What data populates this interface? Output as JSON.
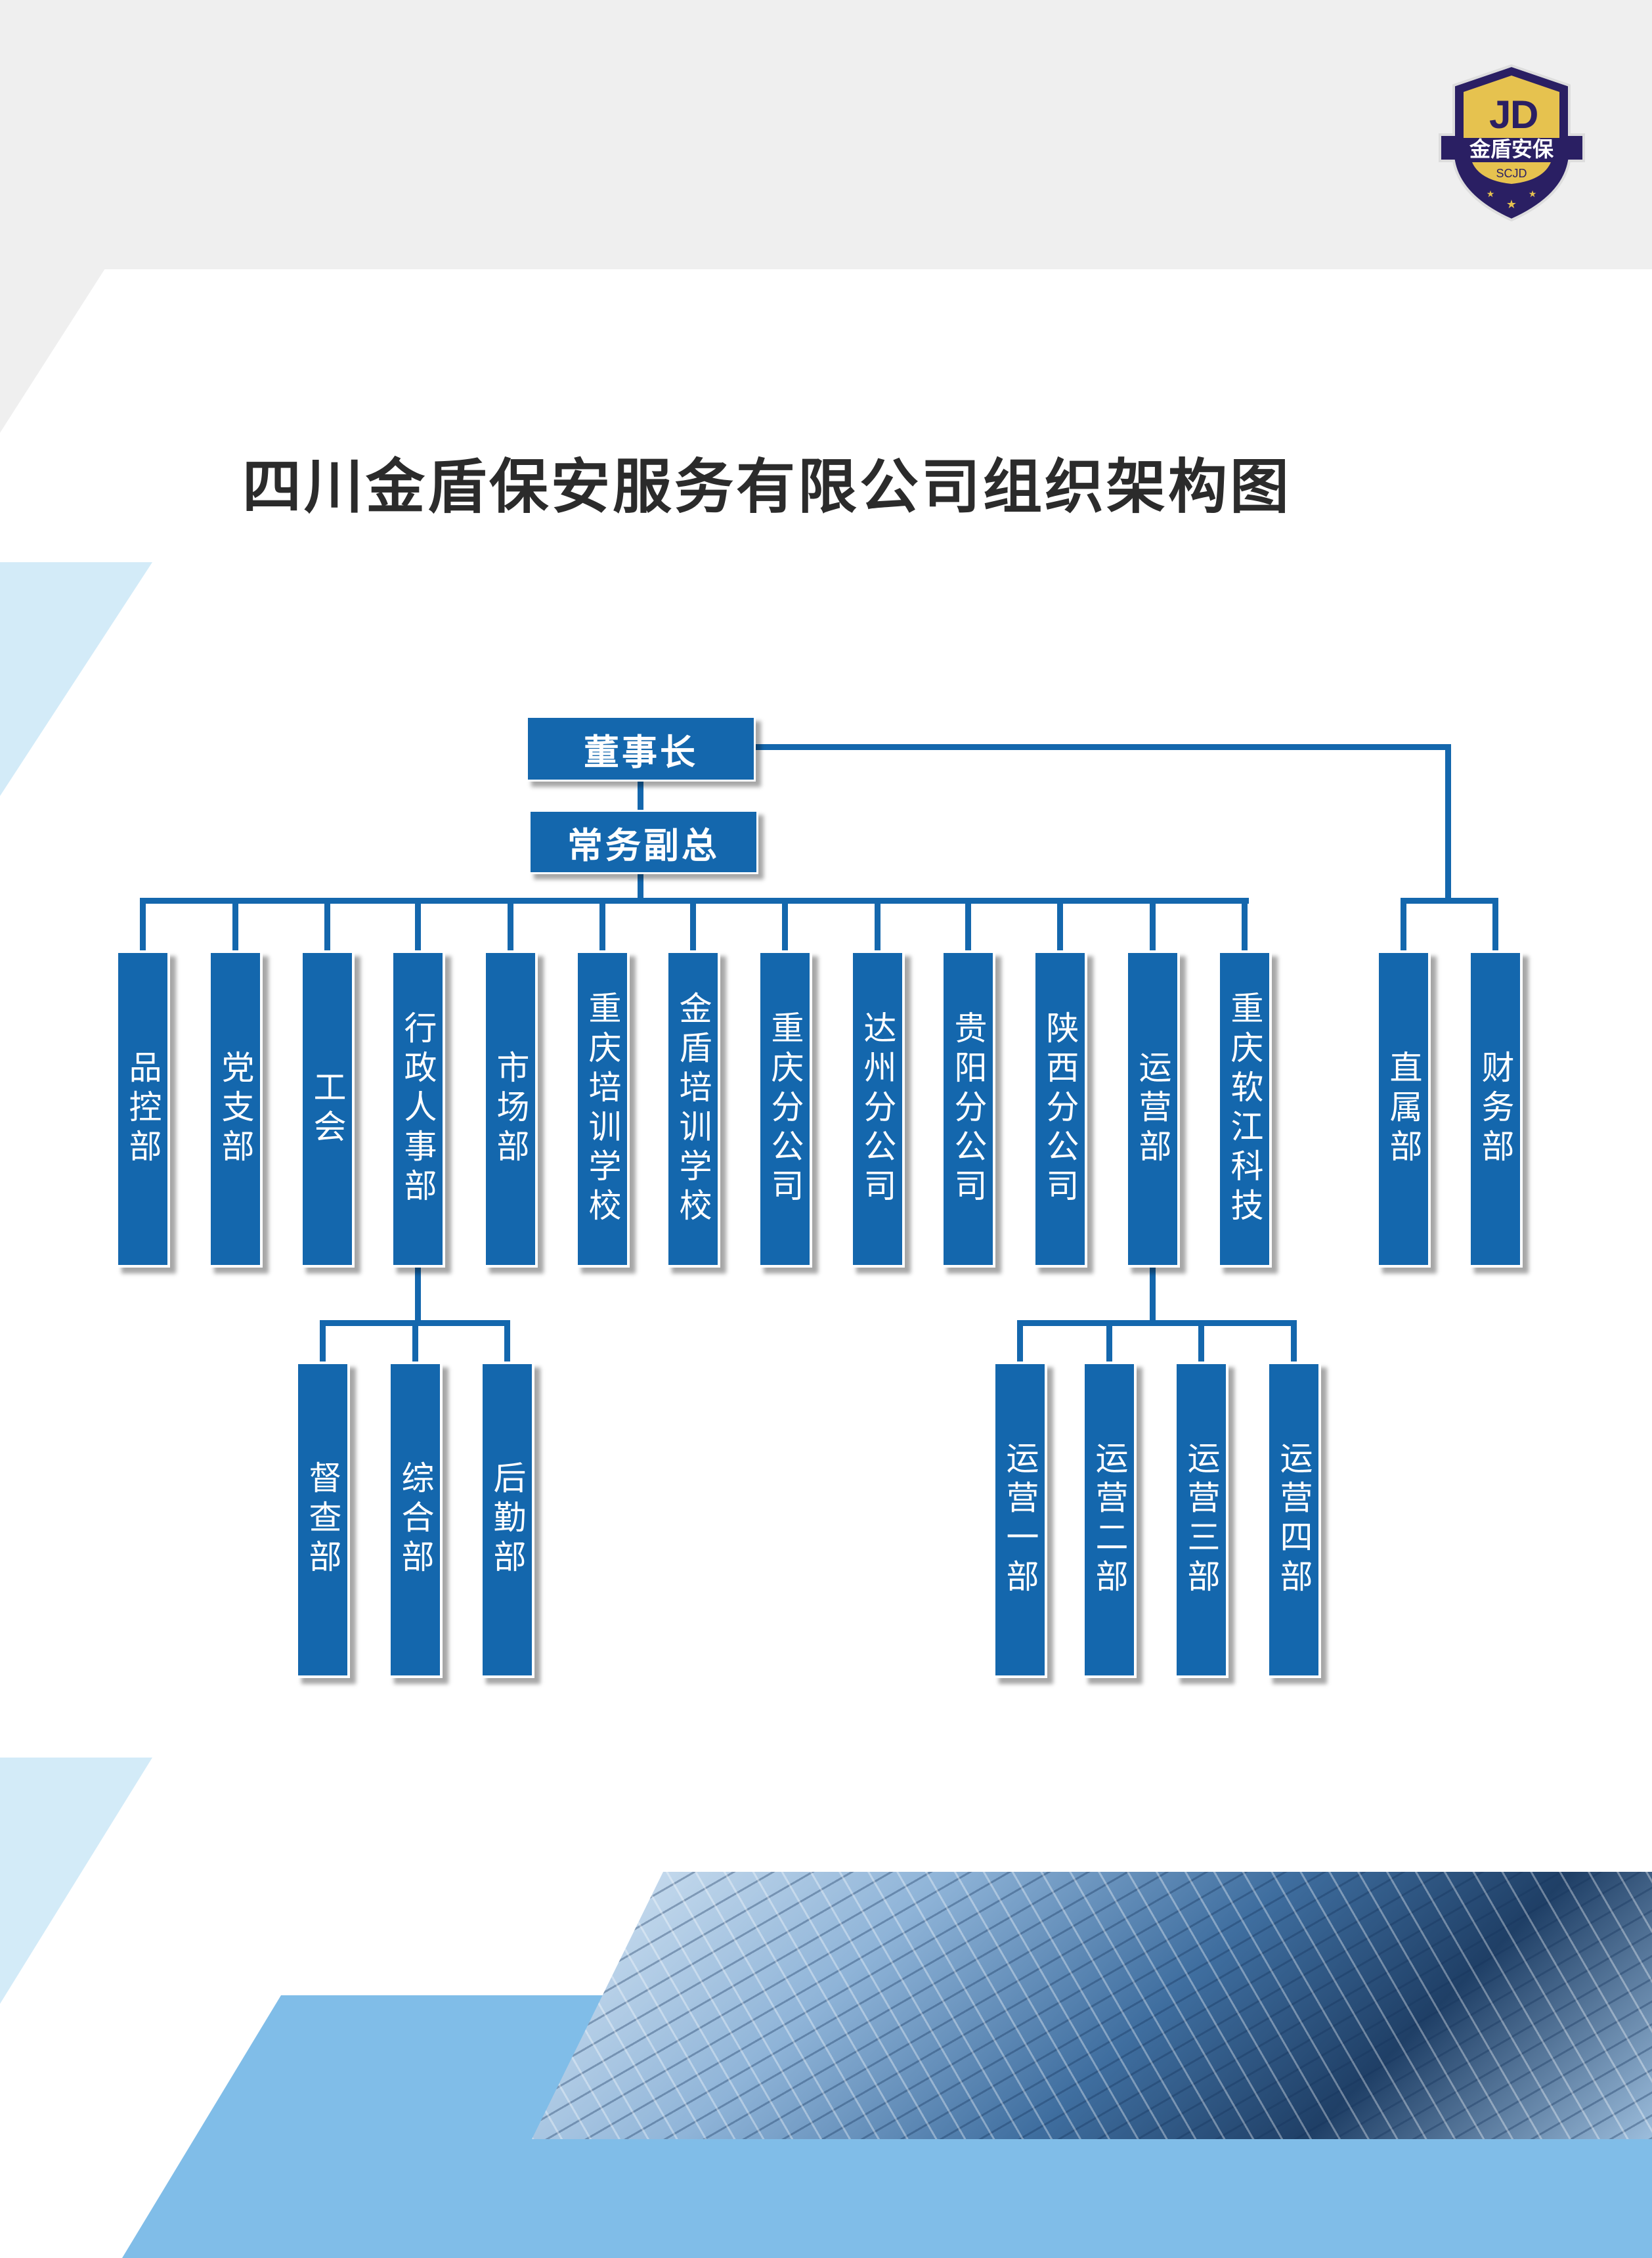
{
  "title": "四川金盾保安服务有限公司组织架构图",
  "logo": {
    "text_cn": "金盾安保",
    "text_en": "SCJD"
  },
  "colors": {
    "box": "#1467ad",
    "accent_light": "#80bde8",
    "logo_navy": "#2a1f63",
    "logo_gold": "#e6c24f"
  },
  "chairman": "董事长",
  "vice_president": "常务副总",
  "departments": [
    "品控部",
    "党支部",
    "工会",
    "行政人事部",
    "市场部",
    "重庆培训学校",
    "金盾培训学校",
    "重庆分公司",
    "达州分公司",
    "贵阳分公司",
    "陕西分公司",
    "运营部",
    "重庆软江科技"
  ],
  "direct_departments": [
    "直属部",
    "财务部"
  ],
  "admin_sub": [
    "督查部",
    "综合部",
    "后勤部"
  ],
  "operations_sub": [
    "运营一部",
    "运营二部",
    "运营三部",
    "运营四部"
  ]
}
